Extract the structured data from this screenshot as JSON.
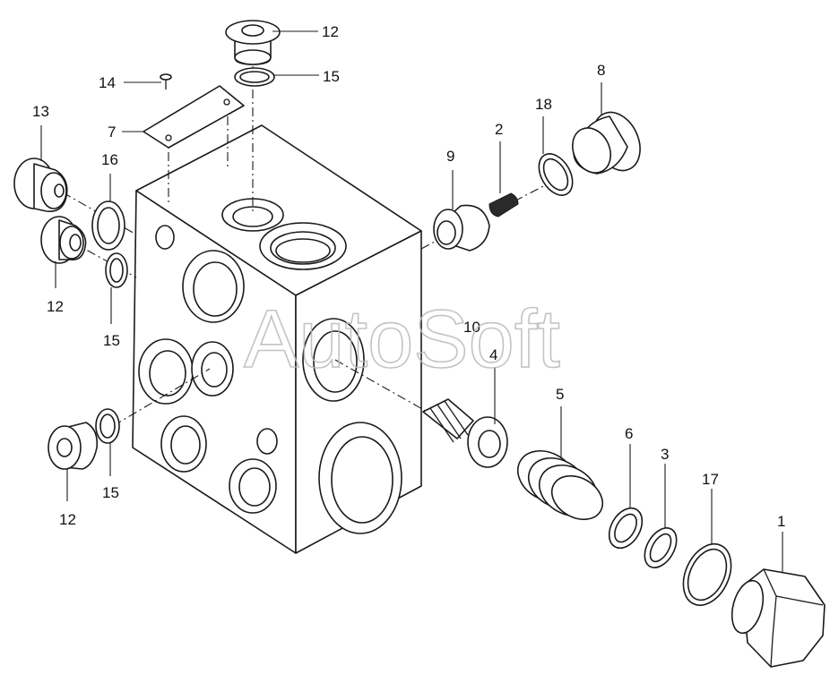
{
  "watermark": "AutoSoft",
  "callouts": {
    "p1": "1",
    "p2": "2",
    "p3": "3",
    "p4": "4",
    "p5": "5",
    "p6": "6",
    "p7": "7",
    "p8": "8",
    "p9": "9",
    "p10": "10",
    "p12_top": "12",
    "p12_left": "12",
    "p12_bottom": "12",
    "p13": "13",
    "p14": "14",
    "p15_top": "15",
    "p15_left": "15",
    "p15_bottom": "15",
    "p16": "16",
    "p17": "17",
    "p18": "18"
  }
}
